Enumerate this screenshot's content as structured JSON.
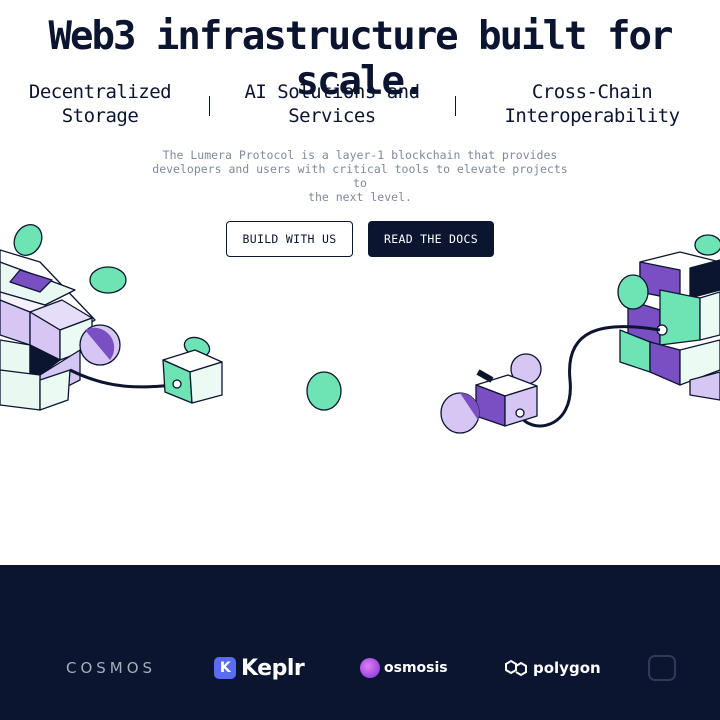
{
  "hero": {
    "title": "Web3 infrastructure built for scale."
  },
  "features": [
    {
      "line1": "Decentralized",
      "line2": "Storage"
    },
    {
      "line1": "AI Solutions and",
      "line2": "Services"
    },
    {
      "line1": "Cross-Chain",
      "line2": "Interoperability"
    }
  ],
  "description": {
    "line1": "The Lumera Protocol is a layer-1 blockchain that provides",
    "line2": "developers and users with critical tools to elevate projects to",
    "line3": "the next level."
  },
  "buttons": {
    "build": "BUILD WITH US",
    "docs": "READ THE DOCS"
  },
  "partners": {
    "cosmos": "COSMOS",
    "keplr_mark": "K",
    "keplr": "Keplr",
    "osmosis": "osmosis",
    "polygon": "polygon"
  },
  "colors": {
    "navy": "#0b1530",
    "mint": "#6ee3b4",
    "lavender": "#d5c6f3",
    "purple": "#7a4fc4",
    "muted_text": "#7e8a9c"
  },
  "icons": [
    "cube-cluster-left-icon",
    "cube-cluster-right-icon",
    "coin-icon",
    "polygon-logo-icon",
    "osmosis-logo-icon",
    "keplr-logo-icon"
  ]
}
